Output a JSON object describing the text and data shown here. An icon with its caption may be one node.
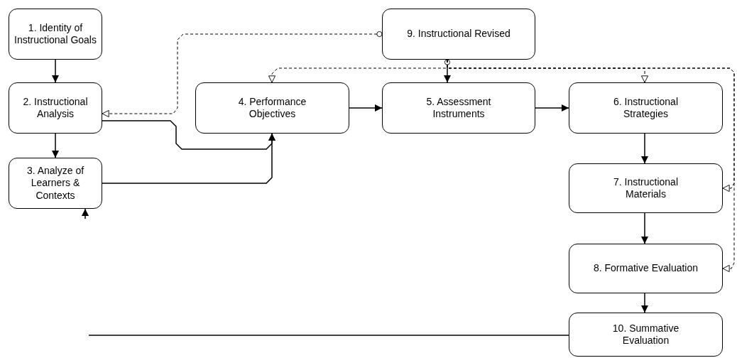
{
  "diagram": {
    "nodes": [
      {
        "text": [
          "1. Identity of Instructional Goals"
        ]
      },
      {
        "text": [
          "2. Instructional Analysis"
        ]
      },
      {
        "text": [
          "3. Analyze of Learners & Contexts"
        ]
      },
      {
        "text": [
          "4. Performance Objectives"
        ]
      },
      {
        "text": [
          "5. Assessment Instruments"
        ]
      },
      {
        "text": [
          "6. Instructional Strategies"
        ]
      },
      {
        "text": [
          "7. Instructional Materials"
        ]
      },
      {
        "text": [
          "8. Formative Evaluation"
        ]
      },
      {
        "text": [
          "9. Instructional Revised"
        ]
      },
      {
        "text": [
          "10. Summative Evaluation"
        ]
      }
    ],
    "edges": [
      {
        "from": 0,
        "to": 1,
        "arrow": "to"
      },
      {
        "from": 1,
        "to": 2,
        "arrow": "to"
      },
      {
        "from": 1,
        "to": 3,
        "arrow": "to"
      },
      {
        "from": 2,
        "to": 3,
        "arrow": "to"
      },
      {
        "from": 3,
        "to": 4,
        "arrow": "to"
      },
      {
        "from": 4,
        "to": 5,
        "arrow": "to"
      },
      {
        "from": 5,
        "to": 6,
        "arrow": "to"
      },
      {
        "from": 6,
        "to": 7,
        "arrow": "to"
      },
      {
        "from": 7,
        "to": 9,
        "arrow": "to"
      },
      {
        "from": 8,
        "to": 1,
        "arrow": "to",
        "style": "dashed"
      },
      {
        "from": 8,
        "to": 4,
        "arrow": "to"
      },
      {
        "from": 8,
        "to": 3,
        "arrow": "to",
        "style": "dashed"
      },
      {
        "from": 8,
        "to": 5,
        "arrow": "to",
        "style": "dashed"
      },
      {
        "from": 8,
        "to": 6,
        "arrow": "to",
        "style": "dashed"
      },
      {
        "from": 8,
        "to": 7,
        "arrow": "to",
        "style": "dashed"
      },
      {
        "from": null,
        "to": 2,
        "arrow": "to"
      },
      {
        "from": null,
        "to": 9,
        "arrow": "none"
      }
    ]
  }
}
